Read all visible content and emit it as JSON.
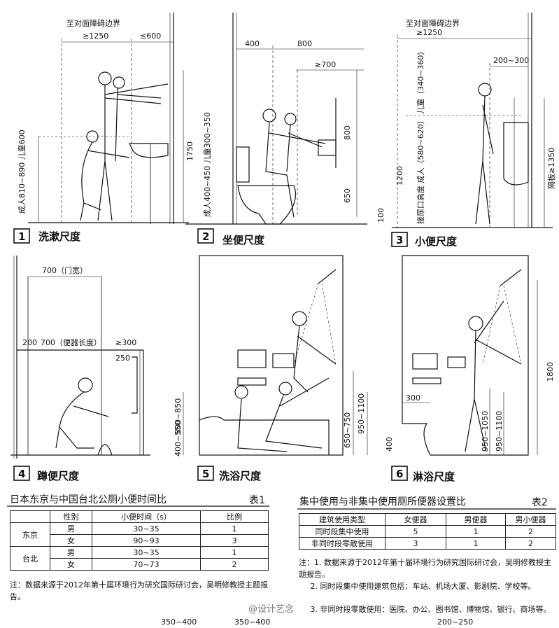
{
  "diagrams": {
    "d1": {
      "num": "1",
      "label": "洗漱尺度",
      "to_edge": "至对面障碍边界",
      "w1": "≥1250",
      "w2": "≤600",
      "h1": "1750",
      "v_label": "成人810~890  儿童600"
    },
    "d2": {
      "num": "2",
      "label": "坐便尺度",
      "w1": "400",
      "w2": "800",
      "w3": "≥700",
      "h1": "800",
      "h2": "650",
      "h3": "100",
      "v_label": "成人400~450  儿童300~350"
    },
    "d3": {
      "num": "3",
      "label": "小便尺度",
      "to_edge": "至对面障碍边界",
      "w1": "≥1250",
      "w2": "200~300",
      "h1": "1200",
      "h2": "隔板≥1350",
      "v_label": "接尿口高度  成人（580~620）  儿童（340~360）"
    },
    "d4": {
      "num": "4",
      "label": "蹲便尺度",
      "door": "700（门宽）",
      "w0": "200",
      "w1": "700（便器长度）",
      "w2": "≥300",
      "w3": "250"
    },
    "d5": {
      "num": "5",
      "label": "洗浴尺度",
      "h1": "800~850",
      "h2": "400~550",
      "h3": "650~750",
      "h4": "950~1100"
    },
    "d6": {
      "num": "6",
      "label": "淋浴尺度",
      "w1": "300",
      "h1": "400",
      "h2": "950~1050",
      "h3": "950~1100",
      "h4": "1800"
    }
  },
  "table1": {
    "title": "日本东京与中国台北公厕小便时间比",
    "no": "表1",
    "headers": [
      "",
      "性别",
      "小便时间（s）",
      "比例"
    ],
    "rows": [
      {
        "city": "东京",
        "sex": "男",
        "time": "30~35",
        "ratio": "1"
      },
      {
        "city": "",
        "sex": "女",
        "time": "90~93",
        "ratio": "3"
      },
      {
        "city": "台北",
        "sex": "男",
        "time": "30~35",
        "ratio": "1"
      },
      {
        "city": "",
        "sex": "女",
        "time": "70~73",
        "ratio": "2"
      }
    ],
    "note": "注：数据来源于2012年第十届环境行为研究国际研讨会，吴明修教授主题报告。"
  },
  "table2": {
    "title": "集中使用与非集中使用厕所便器设置比",
    "no": "表2",
    "headers": [
      "建筑使用类型",
      "女便器",
      "男便器",
      "男小便器"
    ],
    "rows": [
      [
        "同时段集中使用",
        "5",
        "1",
        "2"
      ],
      [
        "非同时段零散使用",
        "3",
        "1",
        "2"
      ]
    ],
    "note1": "注：1. 数据来源于2012年第十届环境行为研究国际研讨会，吴明修教授主题报告。",
    "note2": "2. 同时段集中使用建筑包括：车站、机场大厦、影剧院、学校等。",
    "note3": "3. 非同时段零散使用：医院、办公、图书馆、博物馆、银行、商场等。"
  },
  "watermark": "@设计艺念",
  "footer": {
    "f1": "350~400",
    "f2": "350~400",
    "f3": "200~250"
  }
}
